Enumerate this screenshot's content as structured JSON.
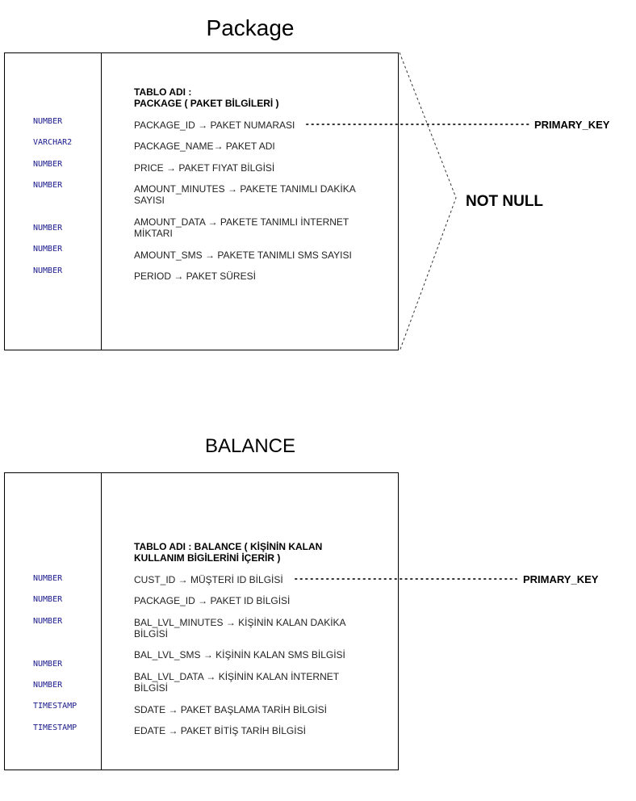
{
  "package": {
    "title": "Package",
    "heading_line1": "TABLO ADI :",
    "heading_line2": "PACKAGE ( PAKET BİLGİLERİ  )",
    "types": [
      "NUMBER",
      "VARCHAR2",
      "NUMBER",
      "NUMBER",
      "NUMBER",
      "NUMBER",
      "NUMBER"
    ],
    "fields": [
      "PACKAGE_ID → PAKET NUMARASI",
      "PACKAGE_NAME→ PAKET ADI",
      "PRICE → PAKET FIYAT BİLGİSİ",
      "AMOUNT_MINUTES → PAKETE TANIMLI DAKİKA SAYISI",
      "AMOUNT_DATA → PAKETE TANIMLI İNTERNET MİKTARI",
      "AMOUNT_SMS → PAKETE TANIMLI SMS SAYISI",
      "PERIOD → PAKET SÜRESİ"
    ],
    "primary_key_label": "PRIMARY_KEY",
    "not_null_label": "NOT NULL"
  },
  "balance": {
    "title": "BALANCE",
    "heading": "TABLO ADI : BALANCE ( KİŞİNİN KALAN KULLANIM BİGİLERİNİ İÇERİR )",
    "types": [
      "NUMBER",
      "NUMBER",
      "NUMBER",
      "NUMBER",
      "NUMBER",
      "TIMESTAMP",
      "TIMESTAMP"
    ],
    "fields": [
      "CUST_ID → MÜŞTERİ ID BİLGİSİ",
      "PACKAGE_ID → PAKET ID BİLGİSİ",
      "BAL_LVL_MINUTES → KİŞİNİN KALAN DAKİKA BİLGİSİ",
      "BAL_LVL_SMS → KİŞİNİN KALAN SMS BİLGİSİ",
      "BAL_LVL_DATA → KİŞİNİN KALAN İNTERNET BİLGİSİ",
      "SDATE → PAKET BAŞLAMA TARİH BİLGİSİ",
      "EDATE → PAKET BİTİŞ TARİH BİLGİSİ"
    ],
    "primary_key_label": "PRIMARY_KEY"
  }
}
